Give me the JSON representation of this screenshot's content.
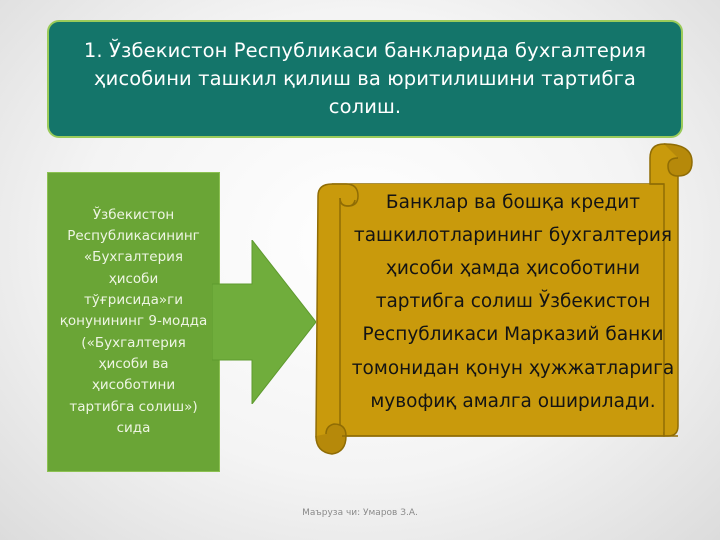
{
  "title": "1. Ўзбекистон Республикаси банкларида бухгалтерия ҳисобини ташкил қилиш ва юритилишини тартибга солиш.",
  "left_box_text": "Ўзбекистон Республикасининг «Бухгалтерия ҳисоби тўғрисида»ги қонунининг 9-модда («Бухгалтерия ҳисоби ва ҳисоботини тартибга солиш») сида",
  "scroll_text": "Банклар ва бошқа кредит ташкилотларининг бухгалтерия ҳисоби ҳамда ҳисоботини тартибга солиш Ўзбекистон Республикаси Марказий банки томонидан қонун ҳужжатларига мувофиқ амалга оширилади.",
  "footer": "Маъруза чи: Умаров З.А.",
  "colors": {
    "title_bg": "#14756a",
    "title_border": "#9acb5a",
    "green_box": "#6aa536",
    "arrow": "#70ad3c",
    "scroll_fill": "#c99a0c",
    "scroll_shadow": "#8f6c05"
  },
  "icons": {
    "arrow": "right-arrow-icon",
    "scroll": "scroll-banner-icon"
  }
}
